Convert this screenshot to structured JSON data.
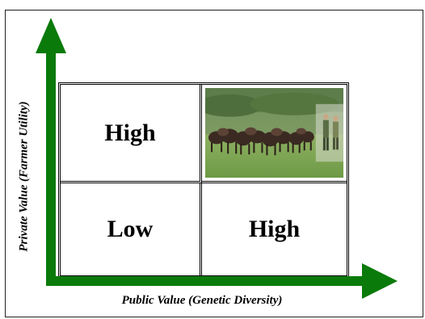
{
  "matrix": {
    "top_left": "High",
    "bottom_left": "Low",
    "bottom_right": "High",
    "top_right_image": "photo-of-cattle-herd-with-farmers"
  },
  "axes": {
    "x_label": "Public Value (Genetic Diversity)",
    "y_label": "Private Value (Farmer Utility)",
    "arrow_color": "#0a7a0a"
  }
}
